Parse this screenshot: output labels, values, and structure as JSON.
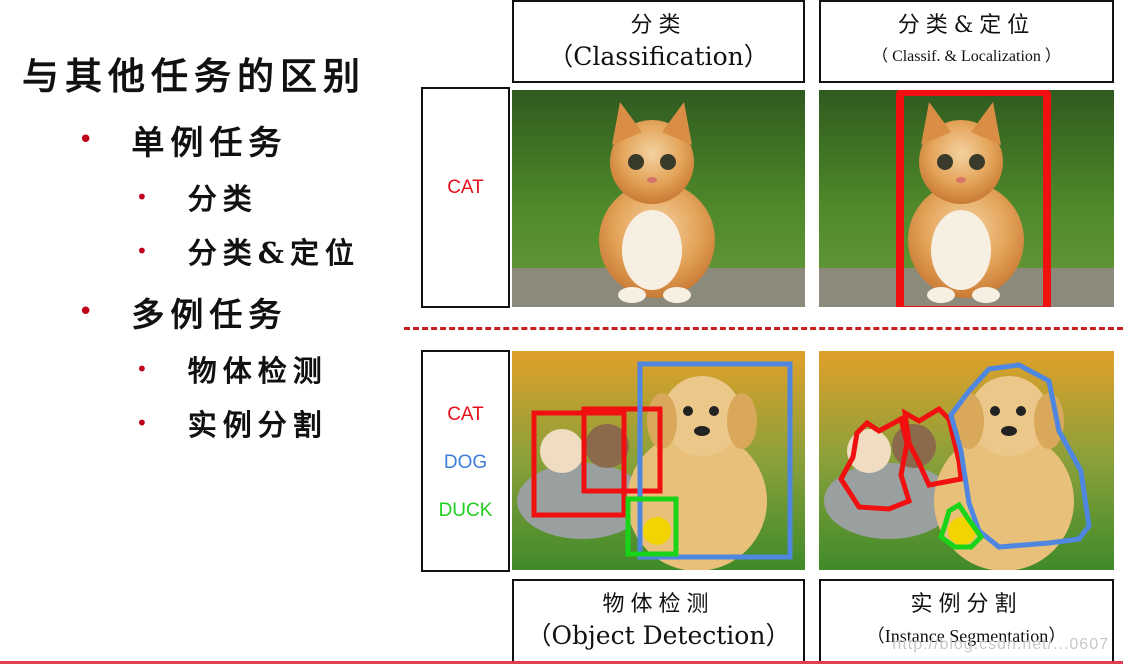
{
  "outline": {
    "title": "与其他任务的区别",
    "items": [
      {
        "level": 1,
        "text": "单例任务"
      },
      {
        "level": 2,
        "text": "分类"
      },
      {
        "level": 2,
        "text": "分类&定位"
      },
      {
        "level": 1,
        "text": "多例任务"
      },
      {
        "level": 2,
        "text": "物体检测"
      },
      {
        "level": 2,
        "text": "实例分割"
      }
    ]
  },
  "headers": {
    "classification": {
      "cn": "分类",
      "en": "（Classification）"
    },
    "localization": {
      "cn": "分类&定位",
      "en": "（ Classif. & Localization ）"
    },
    "detection": {
      "cn": "物体检测",
      "en": "（Object Detection）"
    },
    "segmentation": {
      "cn": "实例分割",
      "en": "（Instance Segmentation）"
    }
  },
  "top_labels": [
    {
      "text": "CAT",
      "color": "#e3101b"
    }
  ],
  "bottom_labels": [
    {
      "text": "CAT",
      "color": "#e3101b"
    },
    {
      "text": "DOG",
      "color": "#3f7fd9"
    },
    {
      "text": "DUCK",
      "color": "#1fcf1f"
    }
  ],
  "colors": {
    "accent_red": "#c0001a",
    "box_red": "#f01010",
    "box_blue": "#4f86e0",
    "box_green": "#19d419",
    "divider": "#c81e1e"
  },
  "watermark": "http://blog.csdn.net/...0607"
}
